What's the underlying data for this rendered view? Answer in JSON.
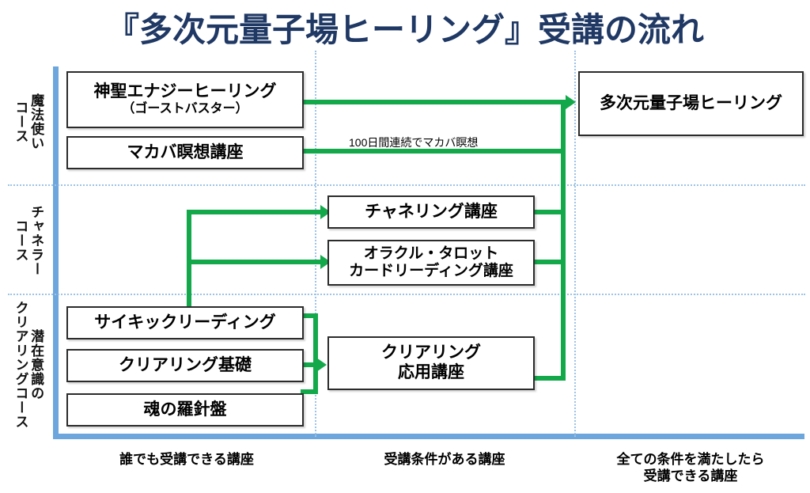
{
  "title": "『多次元量子場ヒーリング』受講の流れ",
  "colors": {
    "title": "#1F3864",
    "axis": "#6CA6DC",
    "connector": "#13A94B",
    "separator": "#9DC3E6",
    "box_border": "#2b2b2b"
  },
  "courses": [
    {
      "id": "magic",
      "label": "魔法使い\nコース"
    },
    {
      "id": "channeler",
      "label": "チャネラー\nコース"
    },
    {
      "id": "clearing",
      "label": "潜在意識の\nクリアリングコース"
    }
  ],
  "boxes": {
    "sacred_energy": {
      "main": "神聖エナジーヒーリング",
      "note": "（ゴーストバスター）"
    },
    "merkaba": {
      "label": "マカバ瞑想講座"
    },
    "channeling": {
      "label": "チャネリング講座"
    },
    "oracle_tarot": {
      "label": "オラクル・タロット\nカードリーディング講座"
    },
    "psychic": {
      "label": "サイキックリーディング"
    },
    "clearing_basic": {
      "label": "クリアリング基礎"
    },
    "soul_compass": {
      "label": "魂の羅針盤"
    },
    "clearing_adv": {
      "label": "クリアリング\n応用講座"
    },
    "destination": {
      "label": "多次元量子場ヒーリング"
    }
  },
  "connector_labels": {
    "merkaba_condition": "100日間連続でマカバ瞑想"
  },
  "footer": [
    {
      "id": "anyone",
      "label": "誰でも受講できる講座"
    },
    {
      "id": "conditional",
      "label": "受講条件がある講座"
    },
    {
      "id": "all_met",
      "label": "全ての条件を満たしたら\n受講できる講座"
    }
  ]
}
